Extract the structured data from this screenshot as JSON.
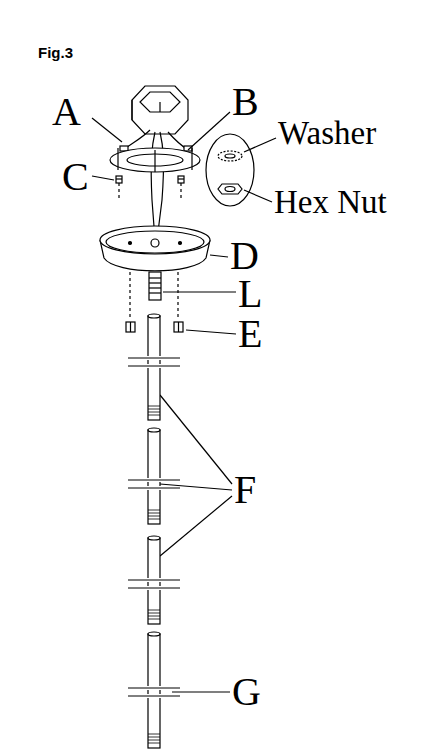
{
  "diagram": {
    "title": "Fig.3",
    "labels": [
      "A",
      "B",
      "C",
      "Washer",
      "Hex Nut",
      "D",
      "L",
      "E",
      "F",
      "G"
    ]
  }
}
